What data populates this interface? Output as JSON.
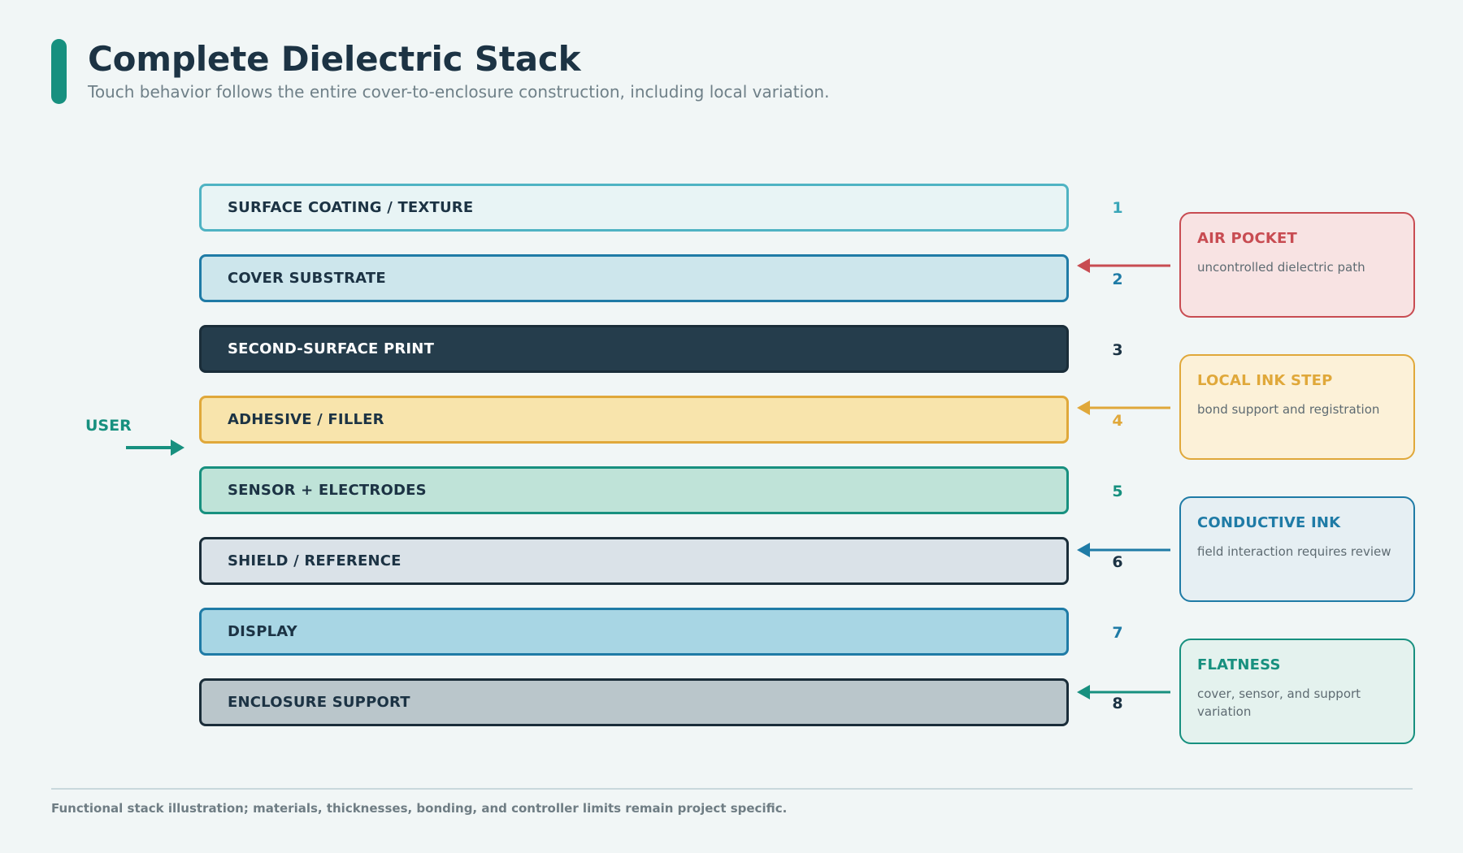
{
  "header": {
    "title": "Complete Dielectric Stack",
    "subtitle": "Touch behavior follows the entire cover-to-enclosure construction, including local variation."
  },
  "user_label": "USER",
  "layers": [
    {
      "label": "SURFACE COATING / TEXTURE",
      "number": "1",
      "fill": "#e8f4f5",
      "border": "#4fb3c3",
      "text_color": "#1c3344",
      "num_color": "#3aa6b8"
    },
    {
      "label": "COVER SUBSTRATE",
      "number": "2",
      "fill": "#cde6ec",
      "border": "#1f7ba6",
      "text_color": "#1c3344",
      "num_color": "#1f7ba6"
    },
    {
      "label": "SECOND-SURFACE PRINT",
      "number": "3",
      "fill": "#253d4c",
      "border": "#1a2d39",
      "text_color": "#ffffff",
      "num_color": "#1c3344"
    },
    {
      "label": "ADHESIVE / FILLER",
      "number": "4",
      "fill": "#f8e4ac",
      "border": "#e0a83a",
      "text_color": "#1c3344",
      "num_color": "#e0a83a"
    },
    {
      "label": "SENSOR + ELECTRODES",
      "number": "5",
      "fill": "#bfe3d8",
      "border": "#17907f",
      "text_color": "#1c3344",
      "num_color": "#17907f"
    },
    {
      "label": "SHIELD / REFERENCE",
      "number": "6",
      "fill": "#dae2e8",
      "border": "#1a2d39",
      "text_color": "#1c3344",
      "num_color": "#1c3344"
    },
    {
      "label": "DISPLAY",
      "number": "7",
      "fill": "#a8d6e4",
      "border": "#1f7ba6",
      "text_color": "#1c3344",
      "num_color": "#1f7ba6"
    },
    {
      "label": "ENCLOSURE SUPPORT",
      "number": "8",
      "fill": "#bac6cb",
      "border": "#1a2d39",
      "text_color": "#1c3344",
      "num_color": "#1c3344"
    }
  ],
  "callouts": [
    {
      "title": "AIR POCKET",
      "description": "uncontrolled dielectric path",
      "fill": "#f8e3e3",
      "border": "#c84c52",
      "title_color": "#c84c52",
      "target_layer": 2
    },
    {
      "title": "LOCAL INK STEP",
      "description": "bond support and registration",
      "fill": "#fcf1d8",
      "border": "#e0a83a",
      "title_color": "#e0a83a",
      "target_layer": 4
    },
    {
      "title": "CONDUCTIVE INK",
      "description": "field interaction requires review",
      "fill": "#e6eff3",
      "border": "#1f7ba6",
      "title_color": "#1f7ba6",
      "target_layer": 6
    },
    {
      "title": "FLATNESS",
      "description": "cover, sensor, and support variation",
      "fill": "#e4f2ee",
      "border": "#17907f",
      "title_color": "#17907f",
      "target_layer": 8
    }
  ],
  "footnote": "Functional stack illustration; materials, thicknesses, bonding, and controller limits remain project specific."
}
